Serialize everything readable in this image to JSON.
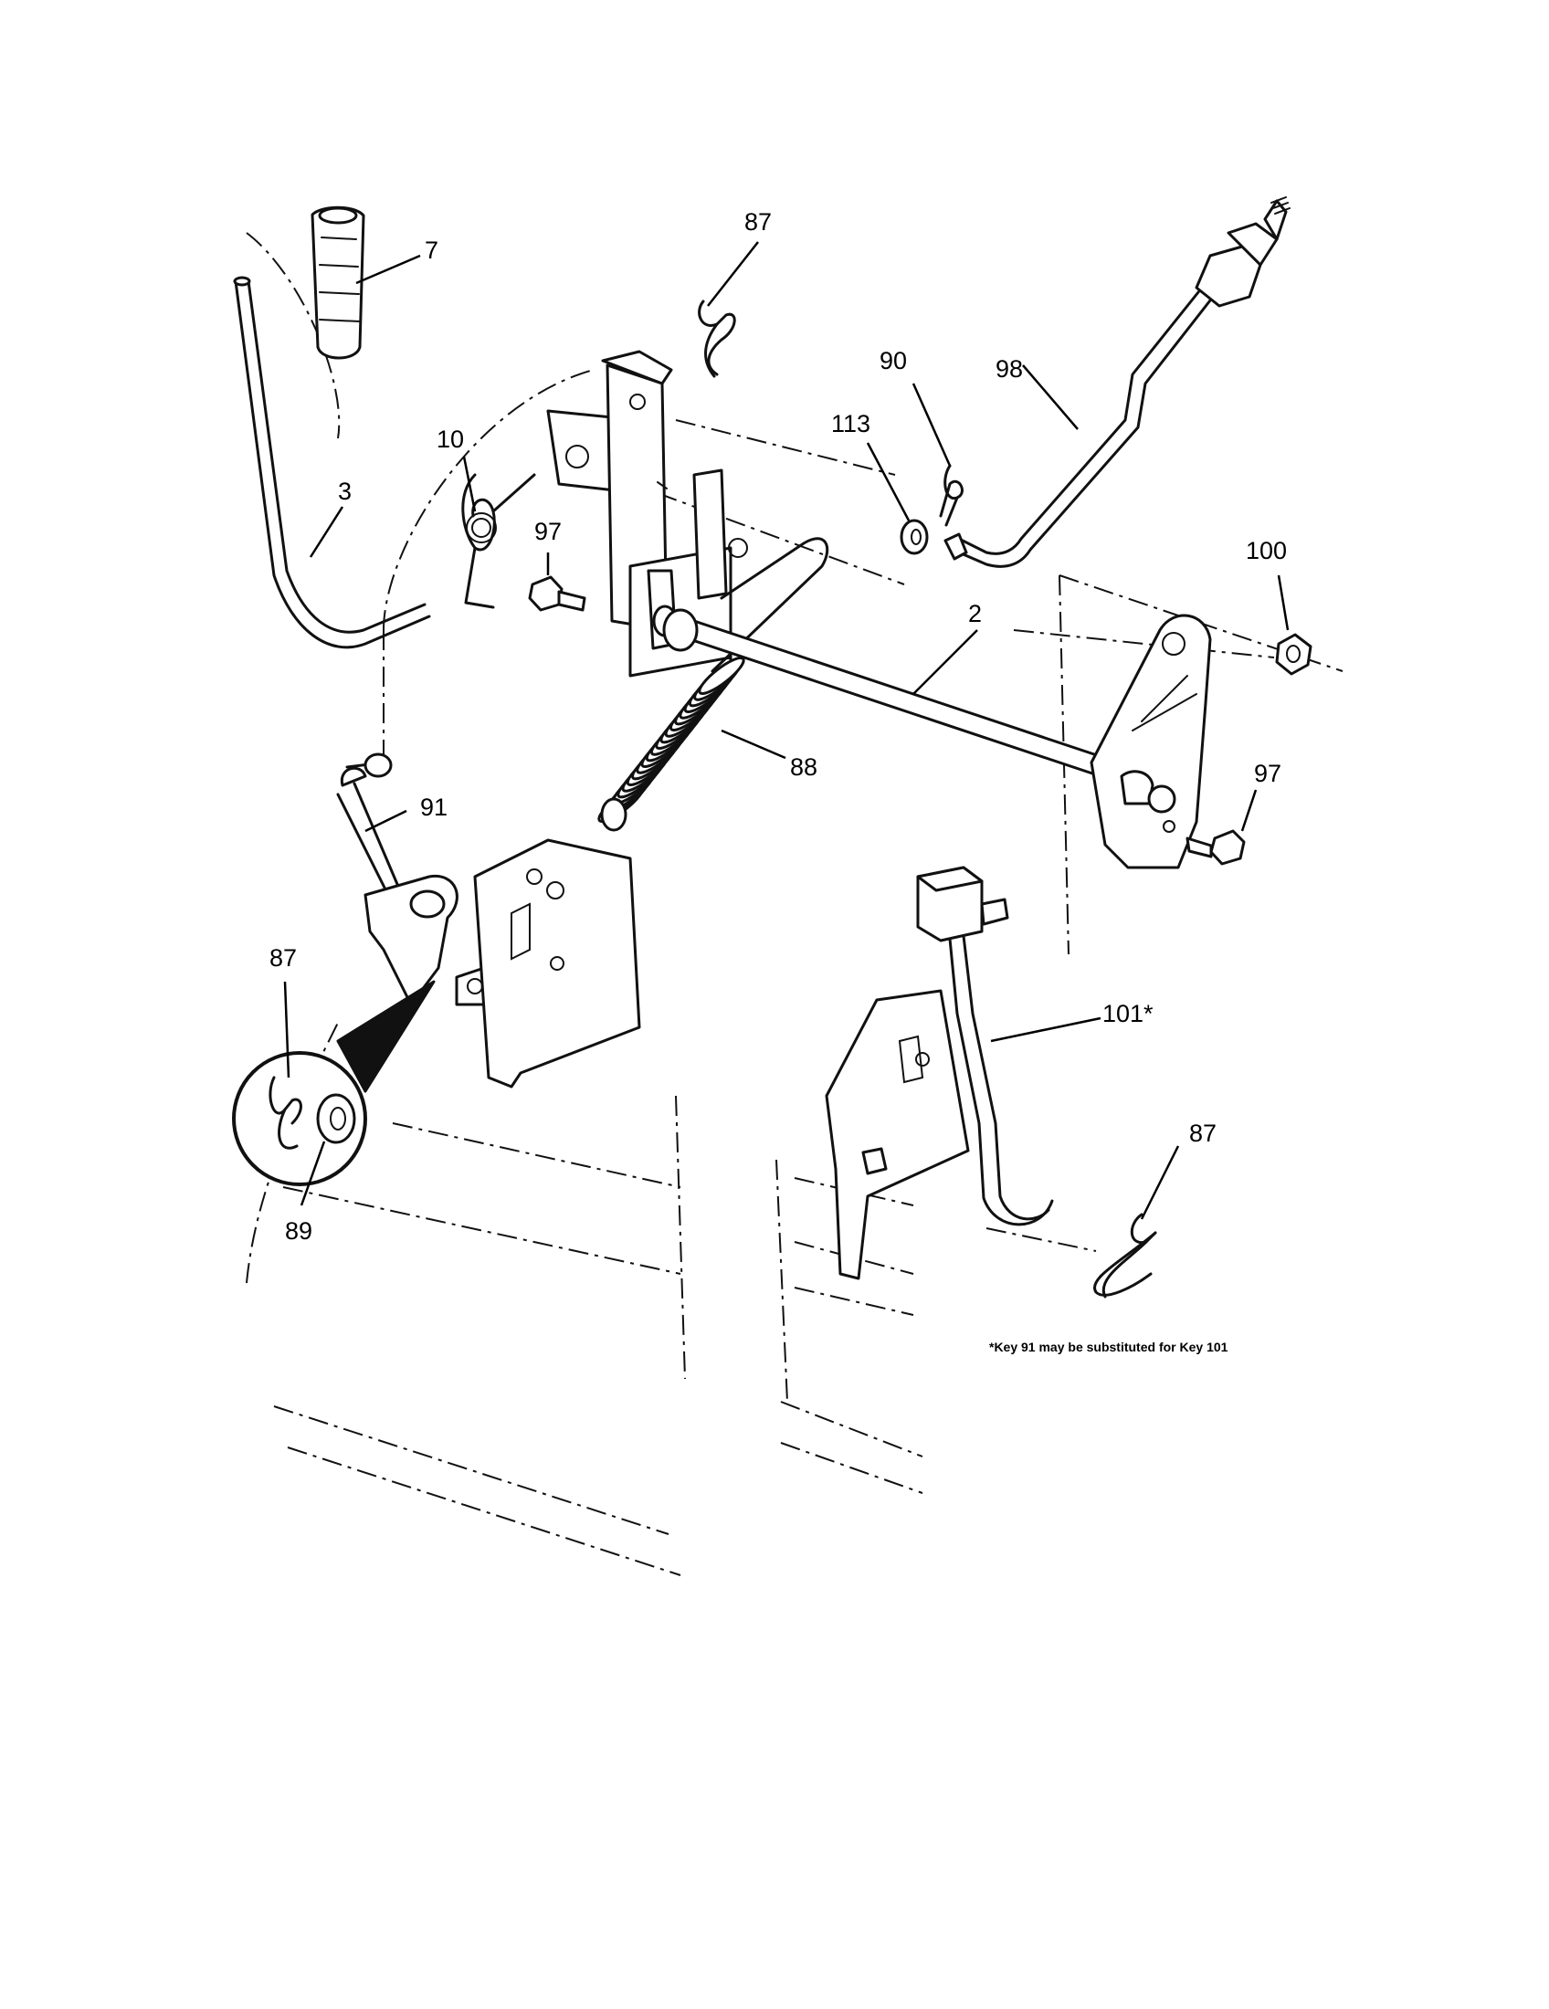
{
  "callouts": {
    "k7": "7",
    "k87_top": "87",
    "k90": "90",
    "k98": "98",
    "k113": "113",
    "k10": "10",
    "k3": "3",
    "k97_left": "97",
    "k100": "100",
    "k2": "2",
    "k88": "88",
    "k97_right": "97",
    "k91": "91",
    "k87_left": "87",
    "k89": "89",
    "k101": "101*",
    "k87_right": "87"
  },
  "note": "*Key 91 may be substituted for Key 101"
}
